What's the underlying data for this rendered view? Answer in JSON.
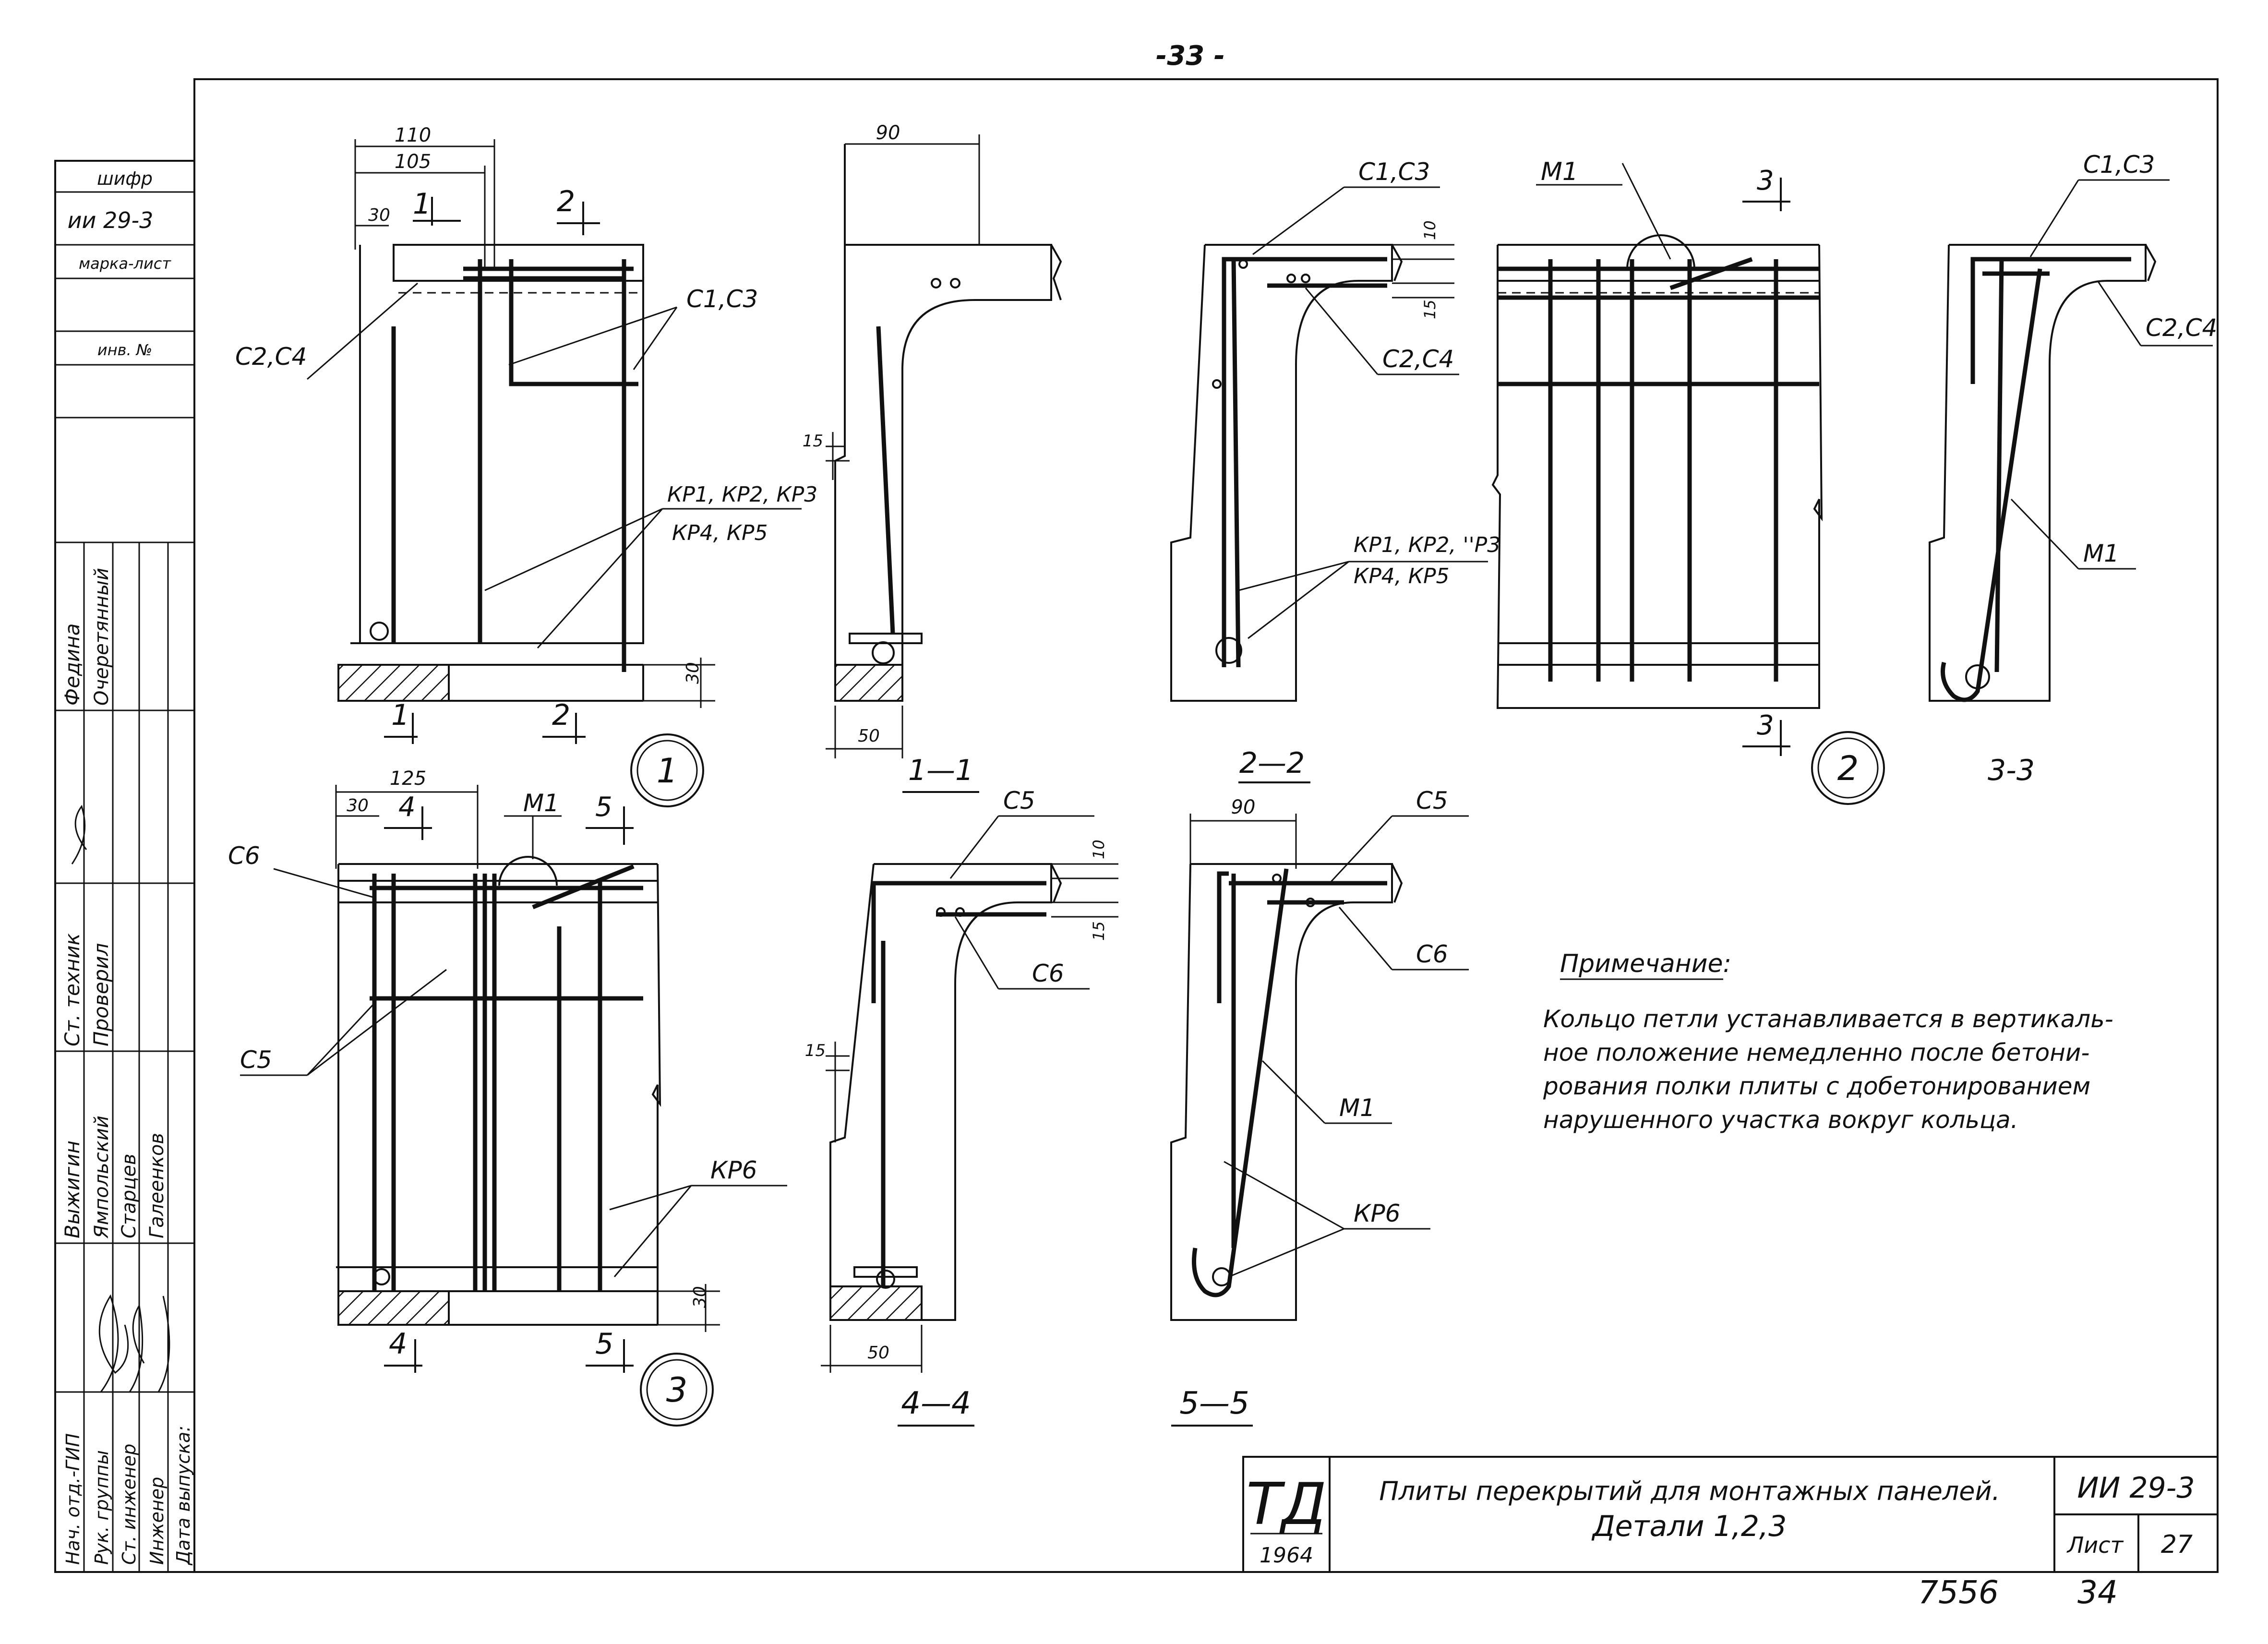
{
  "page_number": "-33 -",
  "stamp": {
    "cipher_label": "шифр",
    "cipher_value": "ии 29-3",
    "mark_sheet_label": "марка-лист",
    "inv_label": "инв. №",
    "roles_top": [
      "Федина",
      "Очеретянный"
    ],
    "roles_mid_a": [
      "Ст. техник",
      "Проверил"
    ],
    "roles_bottom_names": [
      "Выжигин",
      "Ямпольский",
      "Старцев",
      "Галеенков"
    ],
    "roles_bottom_titles": [
      "Нач. отд.-ГИП",
      "Рук. группы",
      "Ст. инженер",
      "Инженер",
      "Дата выпуска:"
    ]
  },
  "labels": {
    "c1c3": "С1,С3",
    "c2c4": "С2,С4",
    "kp_a": "КР1, КР2, КР3",
    "kp_b": "КР4, КР5",
    "kp_c": "КР1, КР2, ''Р3",
    "m1": "М1",
    "c5": "С5",
    "c6": "С6",
    "kp6": "КР6"
  },
  "dims": {
    "d110": "110",
    "d105": "105",
    "d30": "30",
    "d90": "90",
    "d15": "15",
    "d50": "50",
    "d10": "10",
    "d125": "125"
  },
  "section_marks": {
    "s1": "1",
    "s2": "2",
    "s3": "3",
    "s4": "4",
    "s5": "5"
  },
  "detail_numbers": [
    "1",
    "2",
    "3"
  ],
  "section_titles": {
    "t11": "1—1",
    "t22": "2—2",
    "t33": "3-3",
    "t44": "4—4",
    "t55": "5—5"
  },
  "note": {
    "title": "Примечание:",
    "lines": [
      "Кольцо петли устанавливается в вертикаль-",
      "ное положение немедленно после бетони-",
      "рования полки плиты с добетонированием",
      "нарушенного участка вокруг кольца."
    ]
  },
  "title_block": {
    "logo": "ТД",
    "year": "1964",
    "title_line1": "Плиты перекрытий для монтажных панелей.",
    "title_line2": "Детали 1,2,3",
    "code": "ИИ 29-3",
    "sheet_label": "Лист",
    "sheet_number": "27"
  },
  "handwritten": {
    "left": "7556",
    "right": "34"
  }
}
